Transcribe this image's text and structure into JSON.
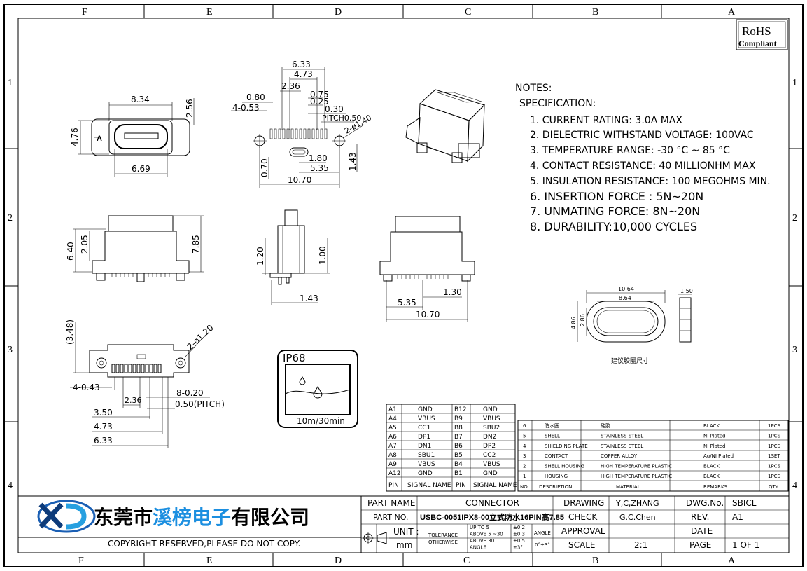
{
  "border": {
    "cols_top": [
      "F",
      "E",
      "D",
      "C",
      "B",
      "A"
    ],
    "cols_bottom": [
      "F",
      "E",
      "D",
      "C",
      "B",
      "A"
    ],
    "rows_left": [
      "1",
      "2",
      "3",
      "4"
    ],
    "rows_right": [
      "1",
      "2",
      "3",
      "4"
    ]
  },
  "rohs": {
    "line1": "RoHS",
    "line2": "Compliant"
  },
  "notes": {
    "heading": "NOTES:",
    "subheading": "SPECIFICATION:",
    "items": [
      "1. CURRENT RATING: 3.0A MAX",
      "2. DIELECTRIC WITHSTAND VOLTAGE: 100VAC",
      "3. TEMPERATURE RANGE: -30 °C ~ 85 °C",
      "4. CONTACT RESISTANCE: 40 MILLIONHM MAX",
      "5. INSULATION RESISTANCE: 100 MEGOHMS MIN.",
      "6.  INSERTION FORCE  : 5N~20N",
      "7.  UNMATING FORCE: 8N~20N",
      "8.  DURABILITY:10,000  CYCLES"
    ]
  },
  "dims": {
    "front": {
      "w1": "8.34",
      "w2": "6.69",
      "h1": "4.76",
      "h2": "2.56",
      "label_a": "A"
    },
    "top": {
      "d1": "6.33",
      "d2": "4.73",
      "d3": "2.36",
      "d4": "0.80",
      "d5": "4-0.53",
      "d6": "0.75",
      "d7": "0.25",
      "d8": "0.30",
      "pitch": "PITCH0.50",
      "hole": "2-ø1.40",
      "d9": "1.80",
      "d10": "5.35",
      "d11": "10.70",
      "d12": "0.70",
      "d13": "1.43"
    },
    "side1": {
      "h1": "6.40",
      "h2": "2.05",
      "h3": "7.85"
    },
    "side2": {
      "h1": "1.20",
      "h2": "1.00",
      "w1": "1.43"
    },
    "side3": {
      "w1": "1.30",
      "w2": "5.35",
      "w3": "10.70"
    },
    "bottom": {
      "h1": "(3.48)",
      "hole": "2-ø1.20",
      "pins1": "4-0.43",
      "w1": "2.36",
      "pins2": "8-0.20",
      "pitch": "0.50(PITCH)",
      "w2": "3.50",
      "w3": "4.73",
      "w4": "6.33"
    },
    "gasket": {
      "w1": "10.64",
      "w2": "8.64",
      "h1": "4.86",
      "h2": "2.86",
      "t1": "1.50",
      "caption": "建议胶圈尺寸"
    }
  },
  "ip": {
    "title": "IP68",
    "caption": "10m/30min"
  },
  "pins": {
    "rows": [
      [
        "A1",
        "GND",
        "B12",
        "GND"
      ],
      [
        "A4",
        "VBUS",
        "B9",
        "VBUS"
      ],
      [
        "A5",
        "CC1",
        "B8",
        "SBU2"
      ],
      [
        "A6",
        "DP1",
        "B7",
        "DN2"
      ],
      [
        "A7",
        "DN1",
        "B6",
        "DP2"
      ],
      [
        "A8",
        "SBU1",
        "B5",
        "CC2"
      ],
      [
        "A9",
        "VBUS",
        "B4",
        "VBUS"
      ],
      [
        "A12",
        "GND",
        "B1",
        "GND"
      ]
    ],
    "header": [
      "PIN",
      "SIGNAL NAME",
      "PIN",
      "SIGNAL NAME"
    ]
  },
  "bom": {
    "rows": [
      [
        "6",
        "防水圈",
        "硅胶",
        "",
        "BLACK",
        "1PCS"
      ],
      [
        "5",
        "SHELL",
        "STAINLESS STEEL",
        "",
        "NI  Plated",
        "1PCS"
      ],
      [
        "4",
        "SHIELDING PLATE",
        "STAINLESS STEEL",
        "",
        "NI  Plated",
        "1PCS"
      ],
      [
        "3",
        "CONTACT",
        "COPPER ALLOY",
        "",
        "Au/NI Plated",
        "1SET"
      ],
      [
        "2",
        "SHELL HOUSING",
        "HIGH TEMPERATURE PLASTIC",
        "",
        "BLACK",
        "1PCS"
      ],
      [
        "1",
        "HOUSING",
        "HIGH TEMPERATURE PLASTIC",
        "",
        "BLACK",
        "1PCS"
      ]
    ],
    "header": [
      "NO.",
      "DESCRIPTION",
      "MATERIAL",
      "",
      "REMARKS",
      "QTY"
    ]
  },
  "title_block": {
    "company": "东莞市溪榜电子有限公司",
    "company_highlight": "溪榜电子",
    "copyright": "COPYRIGHT RESERVED,PLEASE DO NOT COPY.",
    "part_name_label": "PART NAME",
    "part_name": "CONNECTOR",
    "part_no_label": "PART NO.",
    "part_no": "USBC-0051IPX8-00立式防水16PIN高7.85",
    "unit_label": "UNIT :",
    "unit": "mm",
    "tolerance_label": "TOLERANCE",
    "otherwise_label": "OTHERWISE",
    "tol_rows": [
      [
        "UP TO 5",
        "±0.2"
      ],
      [
        "ABOVE 5 ~30",
        "±0.3"
      ],
      [
        "ABOVE 30",
        "±0.5"
      ],
      [
        "ANGLE",
        "±3°"
      ]
    ],
    "angle_label": "ANGLE",
    "angle_value": "0°±3°",
    "drawing_label": "DRAWING",
    "drawing_value": "Y,C,ZHANG",
    "check_label": "CHECK",
    "check_value": "G.C.Chen",
    "approval_label": "APPROVAL",
    "approval_value": "",
    "scale_label": "SCALE",
    "scale_value": "2:1",
    "dwg_label": "DWG.No.",
    "dwg_value": "SBICL",
    "rev_label": "REV.",
    "rev_value": "A1",
    "date_label": "DATE",
    "date_value": "",
    "page_label": "PAGE",
    "page_value": "1  OF  1"
  }
}
